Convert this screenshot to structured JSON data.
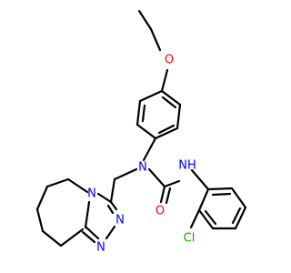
{
  "molecule": {
    "atoms": {
      "oxygen": "O",
      "amine_nh": "NH",
      "amide_n": "N",
      "carbonyl_o": "O",
      "chlorine": "Cl",
      "triazole_n4": "N",
      "triazole_n1": "N",
      "triazole_n2": "N"
    },
    "colors": {
      "bond": "#000000",
      "oxygen": "#ff0000",
      "nitrogen": "#0000ff",
      "chlorine": "#00aa00"
    }
  }
}
